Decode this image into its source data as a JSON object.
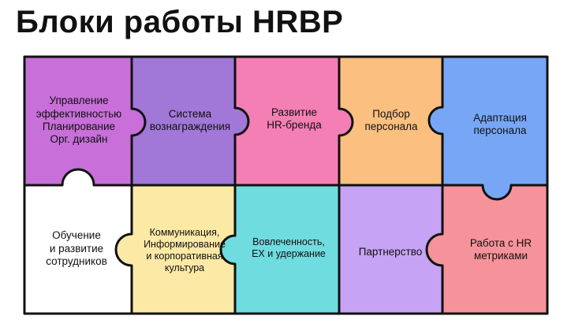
{
  "title": "Блоки работы HRBP",
  "blocks": [
    {
      "id": "performance",
      "text": "Управление\nэффективностью\nПланирование\nОрг. дизайн",
      "color": "#c86fd9"
    },
    {
      "id": "rewards",
      "text": "Система\nвознаграждения",
      "color": "#a177d8"
    },
    {
      "id": "brand",
      "text": "Развитие\nHR-бренда",
      "color": "#f47fb4"
    },
    {
      "id": "recruiting",
      "text": "Подбор\nперсонала",
      "color": "#fbbf7f"
    },
    {
      "id": "onboarding",
      "text": "Адаптация\nперсонала",
      "color": "#77a6f7"
    },
    {
      "id": "learning",
      "text": "Обучение\nи развитие\nсотрудников",
      "color": "#ffffff"
    },
    {
      "id": "communication",
      "text": "Коммуникация,\nИнформирование\nи корпоративная\nкультура",
      "color": "#fde9a6"
    },
    {
      "id": "engagement",
      "text": "Вовлеченность,\nEX и удержание",
      "color": "#6fdcdf"
    },
    {
      "id": "partnership",
      "text": "Партнерство",
      "color": "#c6a3f4"
    },
    {
      "id": "metrics",
      "text": "Работа с HR\nметриками",
      "color": "#f6939a"
    }
  ]
}
